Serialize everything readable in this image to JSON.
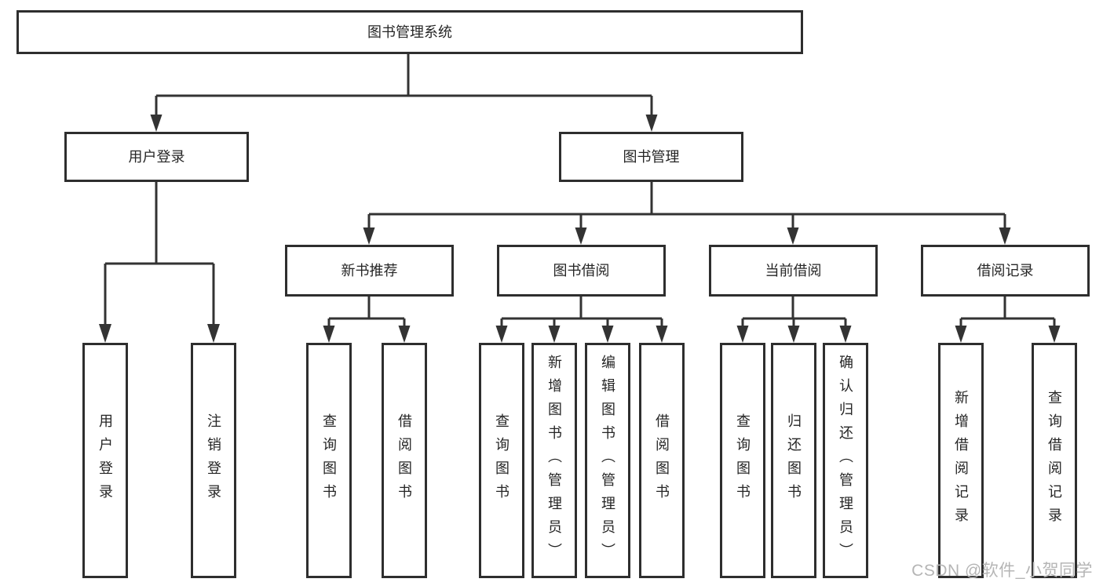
{
  "diagram": {
    "title": "图书管理系统",
    "level2": [
      {
        "label": "用户登录",
        "leaves": [
          "用户登录",
          "注销登录"
        ]
      },
      {
        "label": "图书管理",
        "groups": [
          {
            "label": "新书推荐",
            "leaves": [
              "查询图书",
              "借阅图书"
            ]
          },
          {
            "label": "图书借阅",
            "leaves": [
              "查询图书",
              "新增图书（管理员）",
              "编辑图书（管理员）",
              "借阅图书"
            ]
          },
          {
            "label": "当前借阅",
            "leaves": [
              "查询图书",
              "归还图书",
              "确认归还（管理员）"
            ]
          },
          {
            "label": "借阅记录",
            "leaves": [
              "新增借阅记录",
              "查询借阅记录"
            ]
          }
        ]
      }
    ]
  },
  "watermark": {
    "text": "CSDN @软件_小贺同学"
  },
  "colors": {
    "line": "#333333",
    "box_border": "#2e2e2e",
    "text": "#262626",
    "watermark": "#b5b5b5",
    "background": "#ffffff"
  }
}
